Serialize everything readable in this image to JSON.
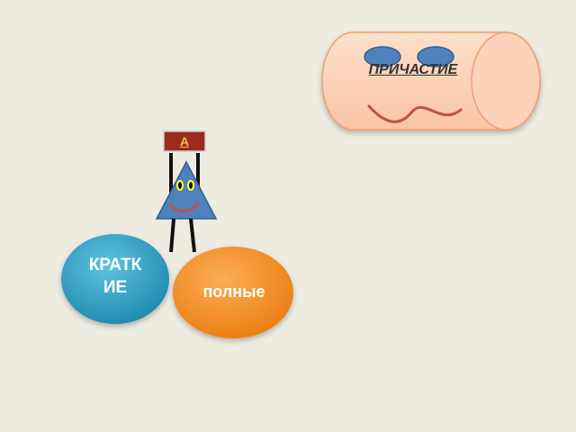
{
  "cylinder": {
    "label": "ПРИЧАСТИЕ",
    "fill": "#fcd0b4",
    "stroke": "#ef9d74",
    "eye_color": "#4f81bd",
    "mouth_color": "#c0504d"
  },
  "triangle_figure": {
    "sign_letter": "А",
    "sign_fill": "#9c2a1f",
    "body_fill": "#4f81bd",
    "eye_color": "#ffff33",
    "smile_color": "#c0504d"
  },
  "ovals": {
    "short": {
      "label": "КРАТКИЕ",
      "fill": "#31a1c4"
    },
    "full": {
      "label": "полные",
      "fill": "#f58d1f"
    }
  }
}
